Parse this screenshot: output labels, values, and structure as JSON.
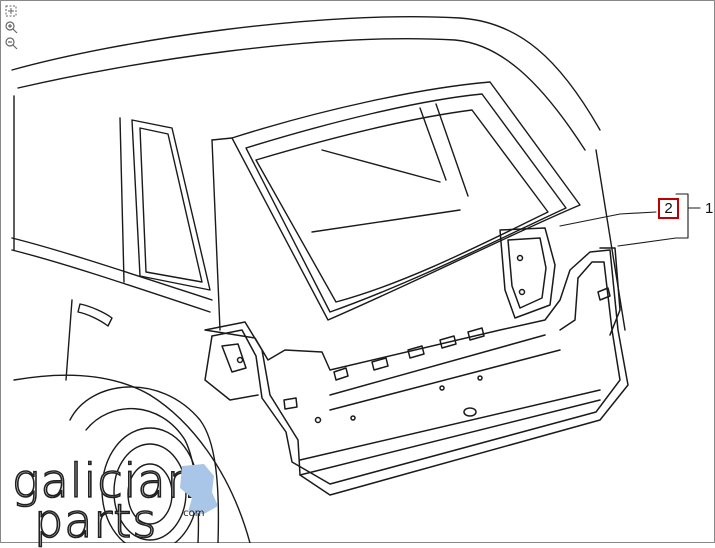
{
  "toolbar": {
    "buttons": [
      {
        "name": "fit-view-icon"
      },
      {
        "name": "zoom-in-icon"
      },
      {
        "name": "zoom-out-icon"
      }
    ]
  },
  "diagram": {
    "callouts": [
      {
        "label": "2",
        "highlighted": true,
        "highlight_color": "#c00000"
      },
      {
        "label": "1",
        "highlighted": false
      }
    ]
  },
  "watermark": {
    "line1": "galician",
    "line2": "parts",
    "suffix": ".com",
    "accent_color": "#a9c6e8"
  }
}
